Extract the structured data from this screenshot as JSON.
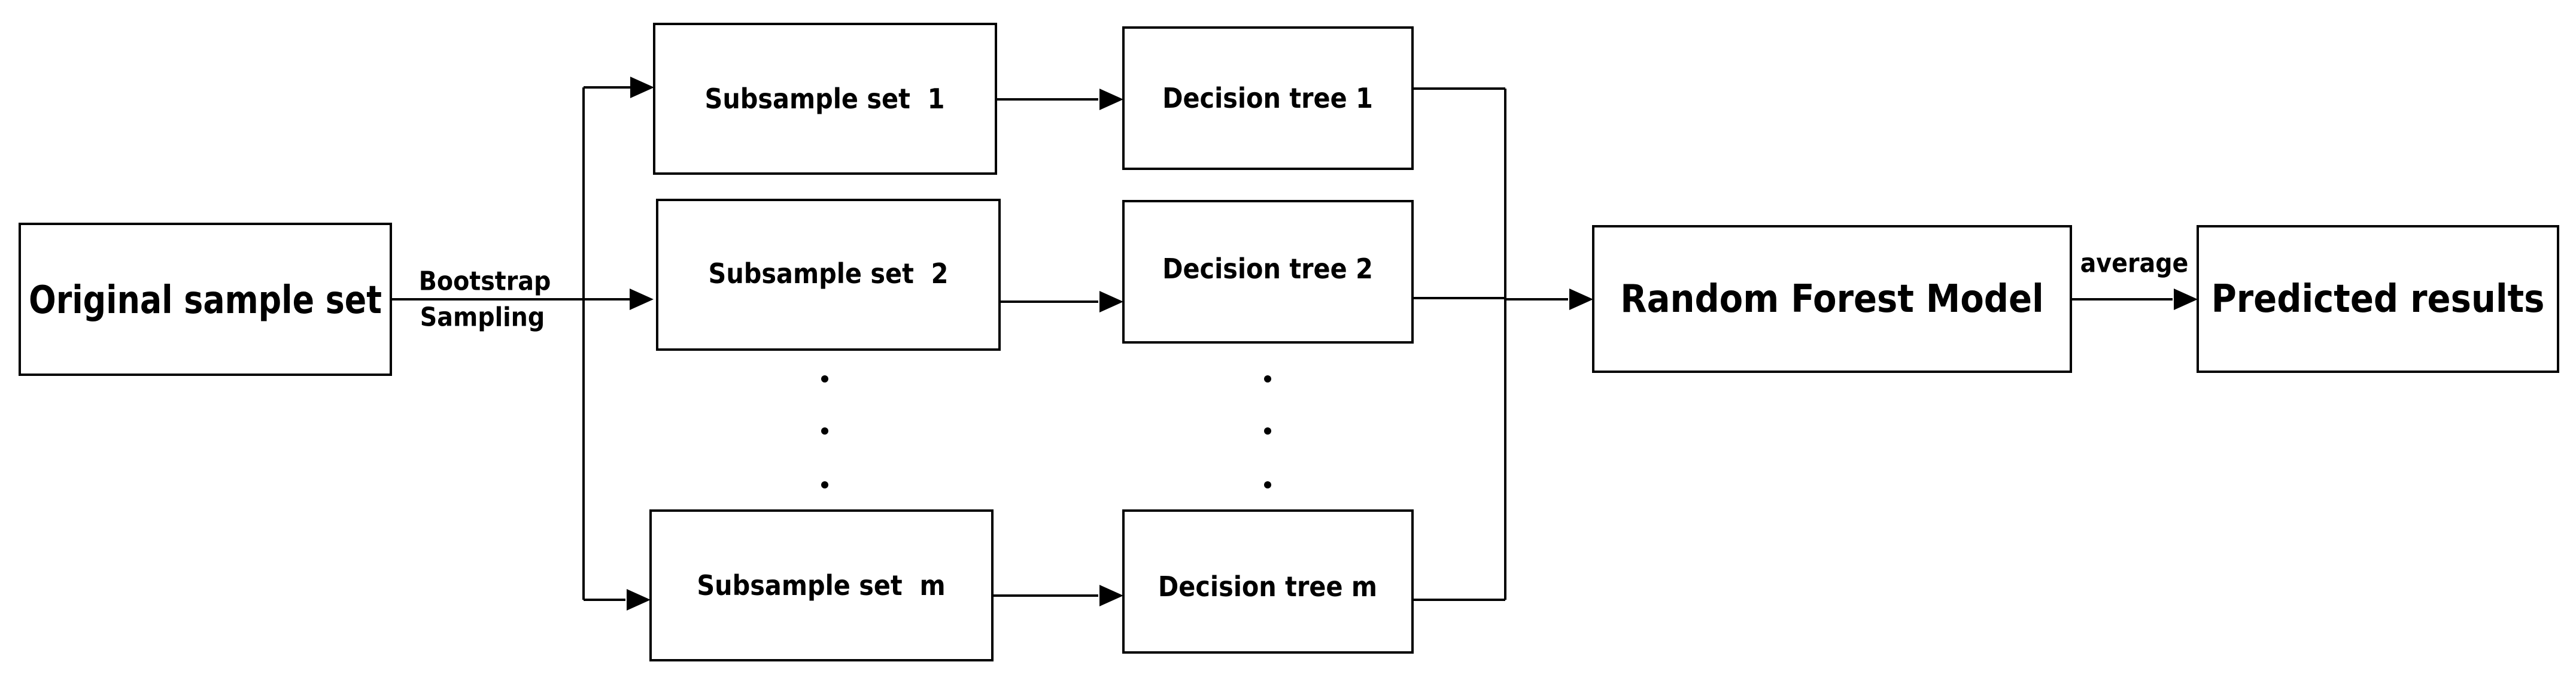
{
  "nodes": {
    "original": "Original sample set",
    "subsample_1": "Subsample set  1",
    "subsample_2": "Subsample set  2",
    "subsample_m": "Subsample set  m",
    "tree_1": "Decision tree 1",
    "tree_2": "Decision tree 2",
    "tree_m": "Decision tree m",
    "model": "Random Forest Model",
    "results": "Predicted results"
  },
  "edges": {
    "bootstrap_line1": "Bootstrap",
    "bootstrap_line2": "Sampling",
    "average": "average"
  },
  "colors": {
    "stroke": "#000000",
    "fill": "#ffffff",
    "text": "#000000"
  }
}
